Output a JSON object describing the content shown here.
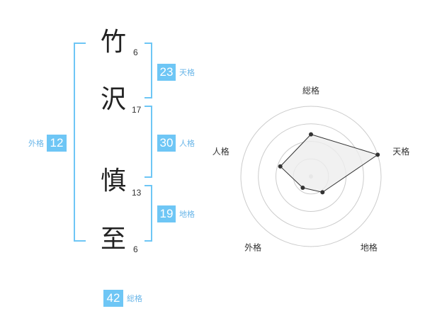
{
  "name": {
    "chars": [
      {
        "char": "竹",
        "strokes": "6"
      },
      {
        "char": "沢",
        "strokes": "17"
      },
      {
        "char": "慎",
        "strokes": "13"
      },
      {
        "char": "至",
        "strokes": "6"
      }
    ]
  },
  "kakusu": {
    "tenkaku": {
      "value": "23",
      "label": "天格"
    },
    "jinkaku": {
      "value": "30",
      "label": "人格"
    },
    "chikaku": {
      "value": "19",
      "label": "地格"
    },
    "gaikaku": {
      "value": "12",
      "label": "外格"
    },
    "soukaku": {
      "value": "42",
      "label": "総格"
    }
  },
  "colors": {
    "accent": "#6ec6f5",
    "bracket": "#6ec6f5",
    "label": "#6ab6e8",
    "radar_fill": "#eeeeee",
    "radar_stroke": "#333333"
  },
  "chart_data": {
    "type": "radar",
    "axes": [
      "総格",
      "天格",
      "地格",
      "外格",
      "人格"
    ],
    "values": [
      0.6,
      1.0,
      0.28,
      0.2,
      0.46
    ],
    "rmax": 1.0,
    "rings": 4,
    "grid": true
  }
}
